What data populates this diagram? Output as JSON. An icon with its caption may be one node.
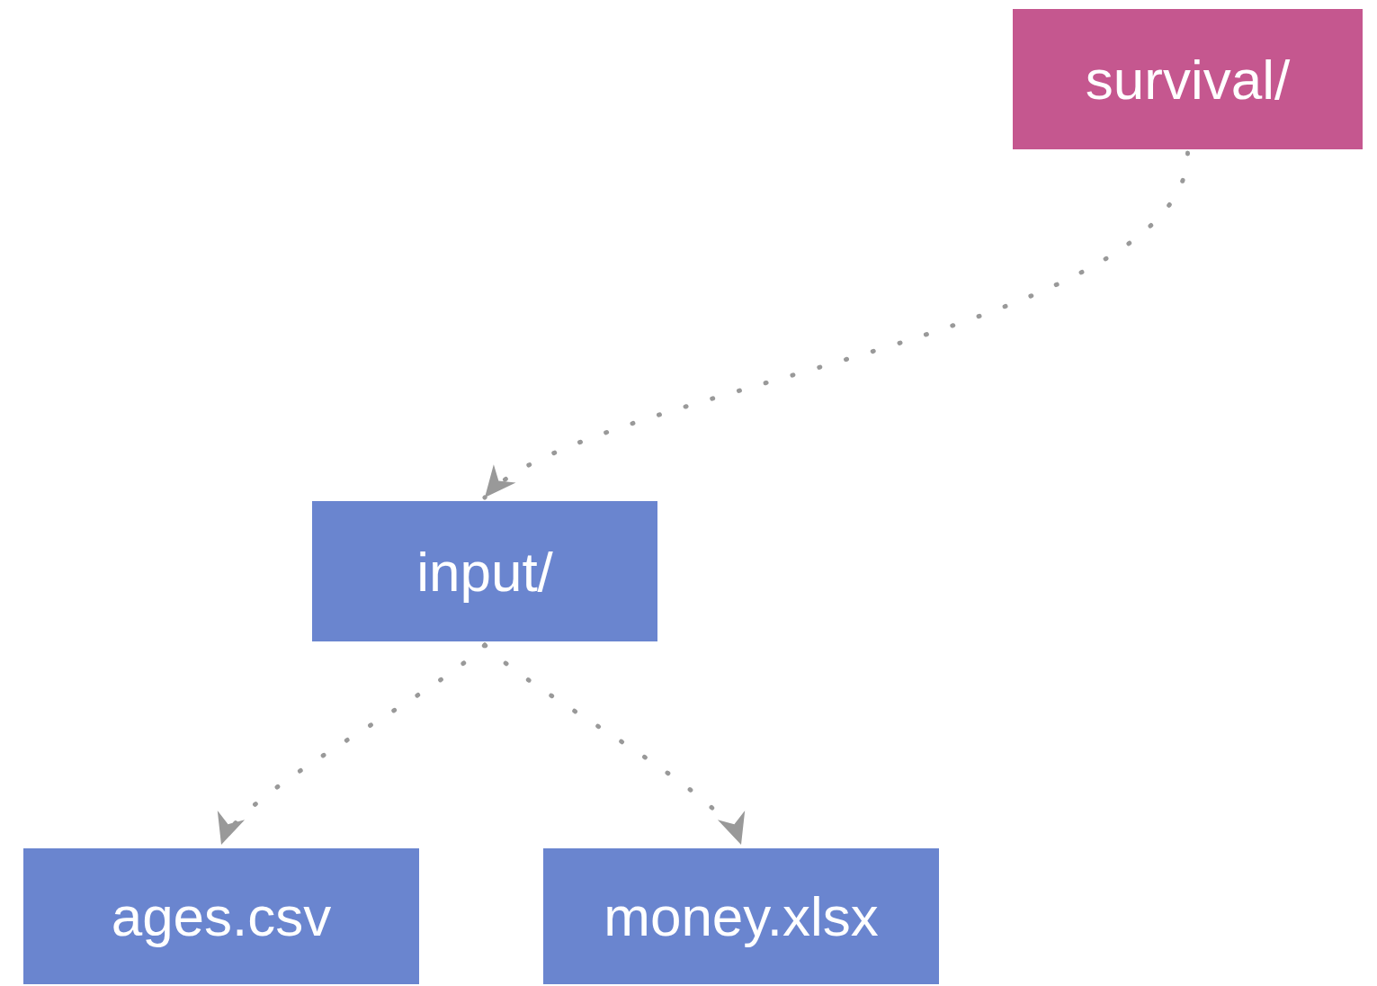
{
  "diagram": {
    "nodes": [
      {
        "text": [
          "survival/"
        ]
      },
      {
        "text": [
          "input/"
        ]
      },
      {
        "text": [
          "ages.csv"
        ]
      },
      {
        "text": [
          "money.xlsx"
        ]
      }
    ],
    "edges": [
      {
        "from": 0,
        "to": 1,
        "arrow": "to",
        "style": "dashed"
      },
      {
        "from": 1,
        "to": 2,
        "arrow": "to",
        "style": "dashed"
      },
      {
        "from": 1,
        "to": 3,
        "arrow": "to",
        "style": "dashed"
      }
    ]
  }
}
